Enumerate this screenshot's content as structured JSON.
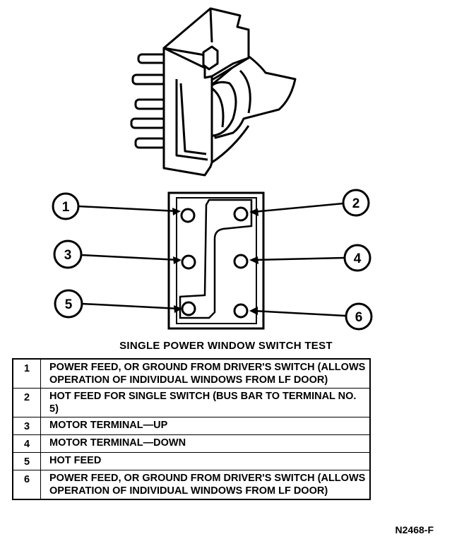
{
  "title": "SINGLE POWER WINDOW SWITCH TEST",
  "figure_id": "N2468-F",
  "callouts": [
    "1",
    "2",
    "3",
    "4",
    "5",
    "6"
  ],
  "legend": [
    {
      "num": "1",
      "text": "POWER FEED, OR GROUND FROM DRIVER'S SWITCH (ALLOWS OPERATION OF INDIVIDUAL WINDOWS FROM LF DOOR)"
    },
    {
      "num": "2",
      "text": "HOT FEED FOR SINGLE SWITCH (BUS BAR TO TERMINAL NO. 5)"
    },
    {
      "num": "3",
      "text": "MOTOR TERMINAL—UP"
    },
    {
      "num": "4",
      "text": "MOTOR TERMINAL—DOWN"
    },
    {
      "num": "5",
      "text": "HOT FEED"
    },
    {
      "num": "6",
      "text": "POWER FEED, OR GROUND FROM DRIVER'S SWITCH (ALLOWS OPERATION OF INDIVIDUAL WINDOWS FROM LF DOOR)"
    }
  ]
}
